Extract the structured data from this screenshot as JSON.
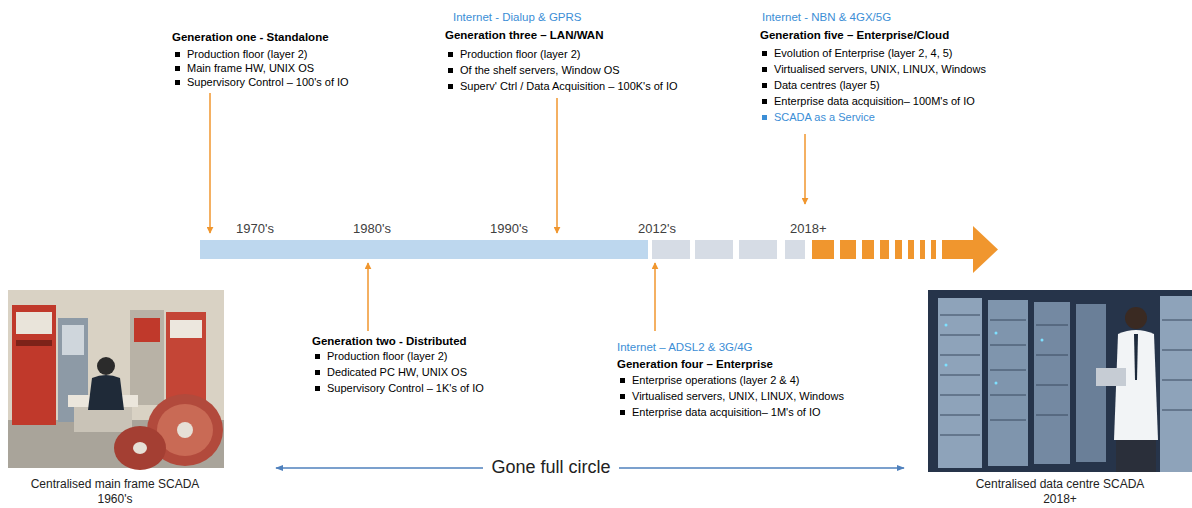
{
  "diagram": {
    "labels": [
      "Generation one - Standalone",
      "Production floor (layer 2)",
      "Main frame HW, UNIX OS",
      "Supervisory Control – 100's of IO",
      "Internet -  Dialup & GPRS",
      "Generation three – LAN/WAN",
      "Production floor (layer 2)",
      "Of the shelf servers, Window OS",
      "Superv' Ctrl / Data Acquisition – 100K's of IO",
      "Internet - NBN & 4GX/5G",
      "Generation five – Enterprise/Cloud",
      "Evolution of Enterprise (layer 2, 4, 5)",
      "Virtualised servers, UNIX, LINUX, Windows",
      "Data centres (layer 5)",
      "Enterprise data acquisition– 100M's of IO",
      "SCADA as a Service",
      "1970's",
      "1980's",
      "1990's",
      "2012's",
      "2018+",
      "Generation two - Distributed",
      "Production floor (layer 2)",
      "Dedicated PC HW, UNIX OS",
      "Supervisory Control – 1K's of IO",
      "Internet – ADSL2 & 3G/4G",
      "Generation four – Enterprise",
      "Enterprise operations (layer 2 & 4)",
      "Virtualised servers, UNIX, LINUX, Windows",
      "Enterprise data acquisition– 1M's of IO",
      "Centralised main frame SCADA",
      "1960's",
      "Gone full circle",
      "Centralised data centre SCADA",
      "2018+"
    ]
  }
}
